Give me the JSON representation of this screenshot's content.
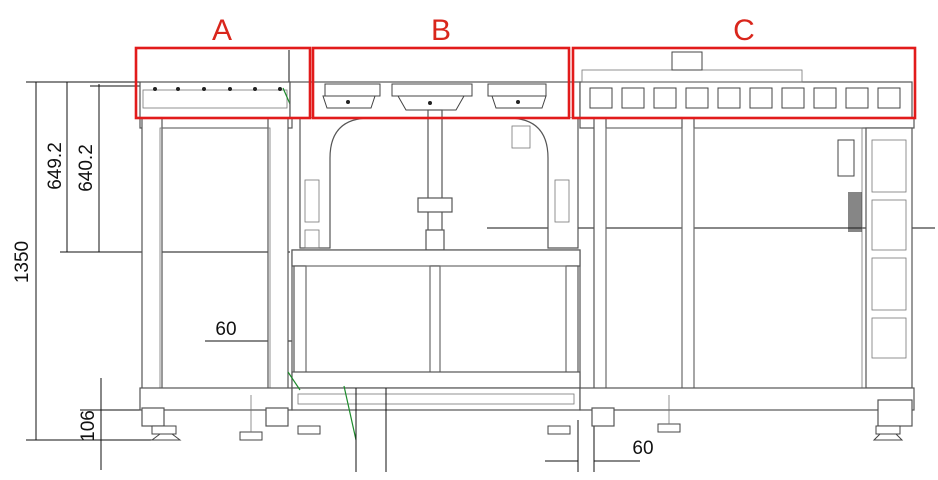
{
  "sections": {
    "a": {
      "label": "A"
    },
    "b": {
      "label": "B"
    },
    "c": {
      "label": "C"
    }
  },
  "dimensions": {
    "d1350": "1350",
    "d649": "649.2",
    "d640": "640.2",
    "d106": "106",
    "d60_left": "60",
    "d60_bottom": "60"
  },
  "colors": {
    "highlight": "#e21b1b",
    "line": "#444444"
  }
}
